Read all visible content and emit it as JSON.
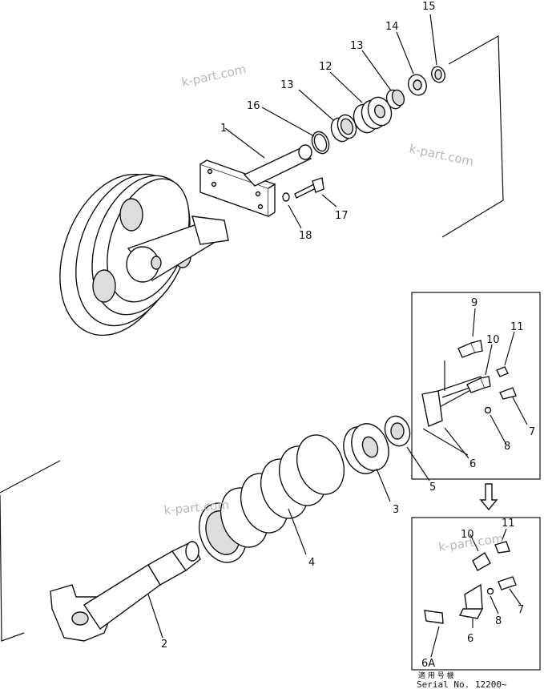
{
  "labels": {
    "p1": "1",
    "p2": "2",
    "p3": "3",
    "p4": "4",
    "p5": "5",
    "p6": "6",
    "p6b": "6",
    "p6A": "6A",
    "p7": "7",
    "p7b": "7",
    "p8": "8",
    "p8b": "8",
    "p9": "9",
    "p10": "10",
    "p10b": "10",
    "p11": "11",
    "p11b": "11",
    "p12": "12",
    "p13a": "13",
    "p13b": "13",
    "p14": "14",
    "p15": "15",
    "p16": "16",
    "p17": "17",
    "p18": "18"
  },
  "watermarks": [
    "k-part.com",
    "k-part.com",
    "k-part.com",
    "k-part.com"
  ],
  "footer": {
    "japanese": "適 用 号 機",
    "serial": "Serial No. 12200~"
  }
}
